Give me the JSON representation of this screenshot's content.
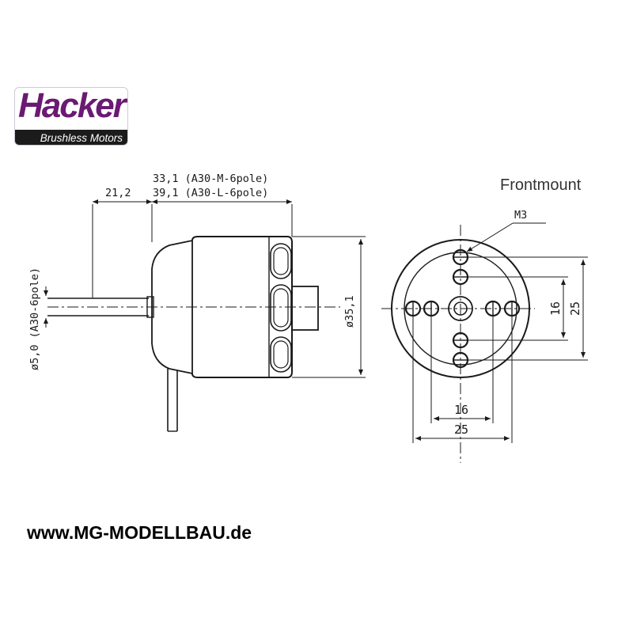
{
  "brand": {
    "name": "Hacker",
    "tagline": "Brushless Motors",
    "logo_color": "#6a1a72"
  },
  "footer": {
    "url": "www.MG-MODELLBAU.de"
  },
  "side_view": {
    "dim_21": "21,2",
    "dim_m_length": "33,1 (A30-M-6pole)",
    "dim_l_length": "39,1 (A30-L-6pole)",
    "dim_diameter": "ø35,1",
    "dim_shaft": "ø5,0 (A30-6pole)"
  },
  "front_view": {
    "title": "Frontmount",
    "thread_label": "M3",
    "dim_h16": "16",
    "dim_h25": "25",
    "dim_v16": "16",
    "dim_v25": "25"
  }
}
